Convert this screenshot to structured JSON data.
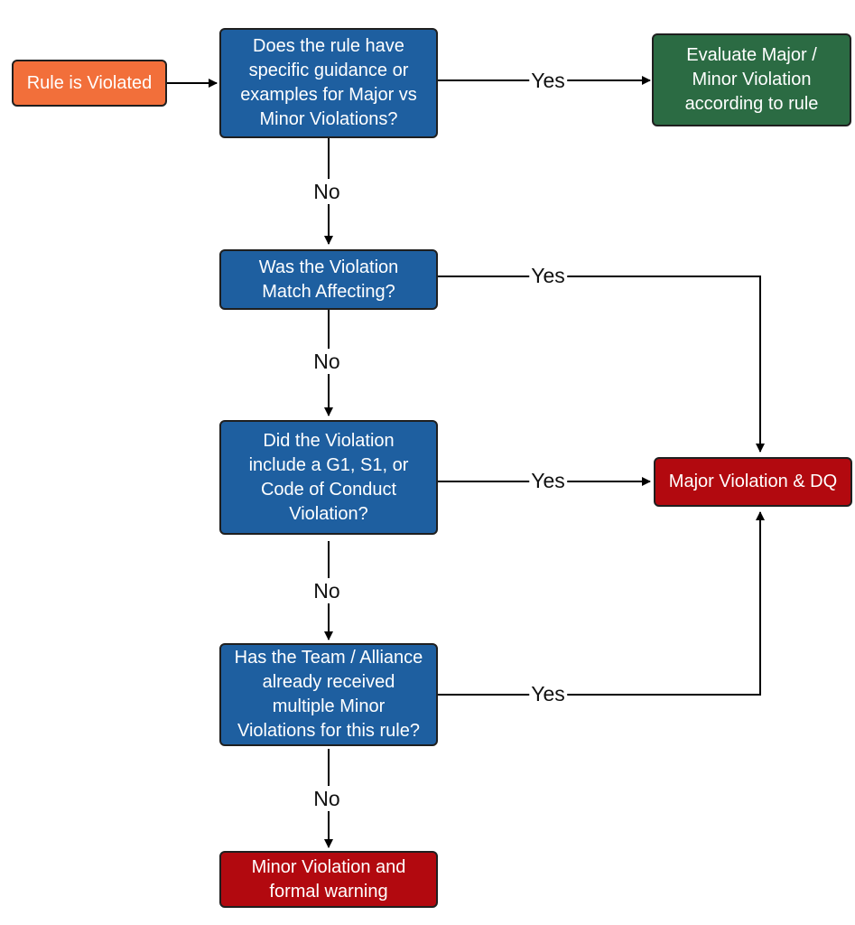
{
  "nodes": {
    "start": "Rule is Violated",
    "q1": "Does the rule have\nspecific guidance or\nexamples for Major vs\nMinor Violations?",
    "evaluate": "Evaluate Major /\nMinor Violation\naccording to rule",
    "q2": "Was the Violation\nMatch Affecting?",
    "q3": "Did the Violation\ninclude a G1, S1, or\nCode of Conduct\nViolation?",
    "major": "Major Violation & DQ",
    "q4": "Has the Team / Alliance\nalready received\nmultiple Minor\nViolations for this rule?",
    "minor": "Minor Violation and\nformal warning"
  },
  "edges": {
    "q1_yes": "Yes",
    "q1_no": "No",
    "q2_yes": "Yes",
    "q2_no": "No",
    "q3_yes": "Yes",
    "q3_no": "No",
    "q4_yes": "Yes",
    "q4_no": "No"
  },
  "colors": {
    "start": "#f26f3a",
    "decision": "#1e5fa0",
    "evaluate": "#2b6b43",
    "outcome": "#b2090f"
  }
}
